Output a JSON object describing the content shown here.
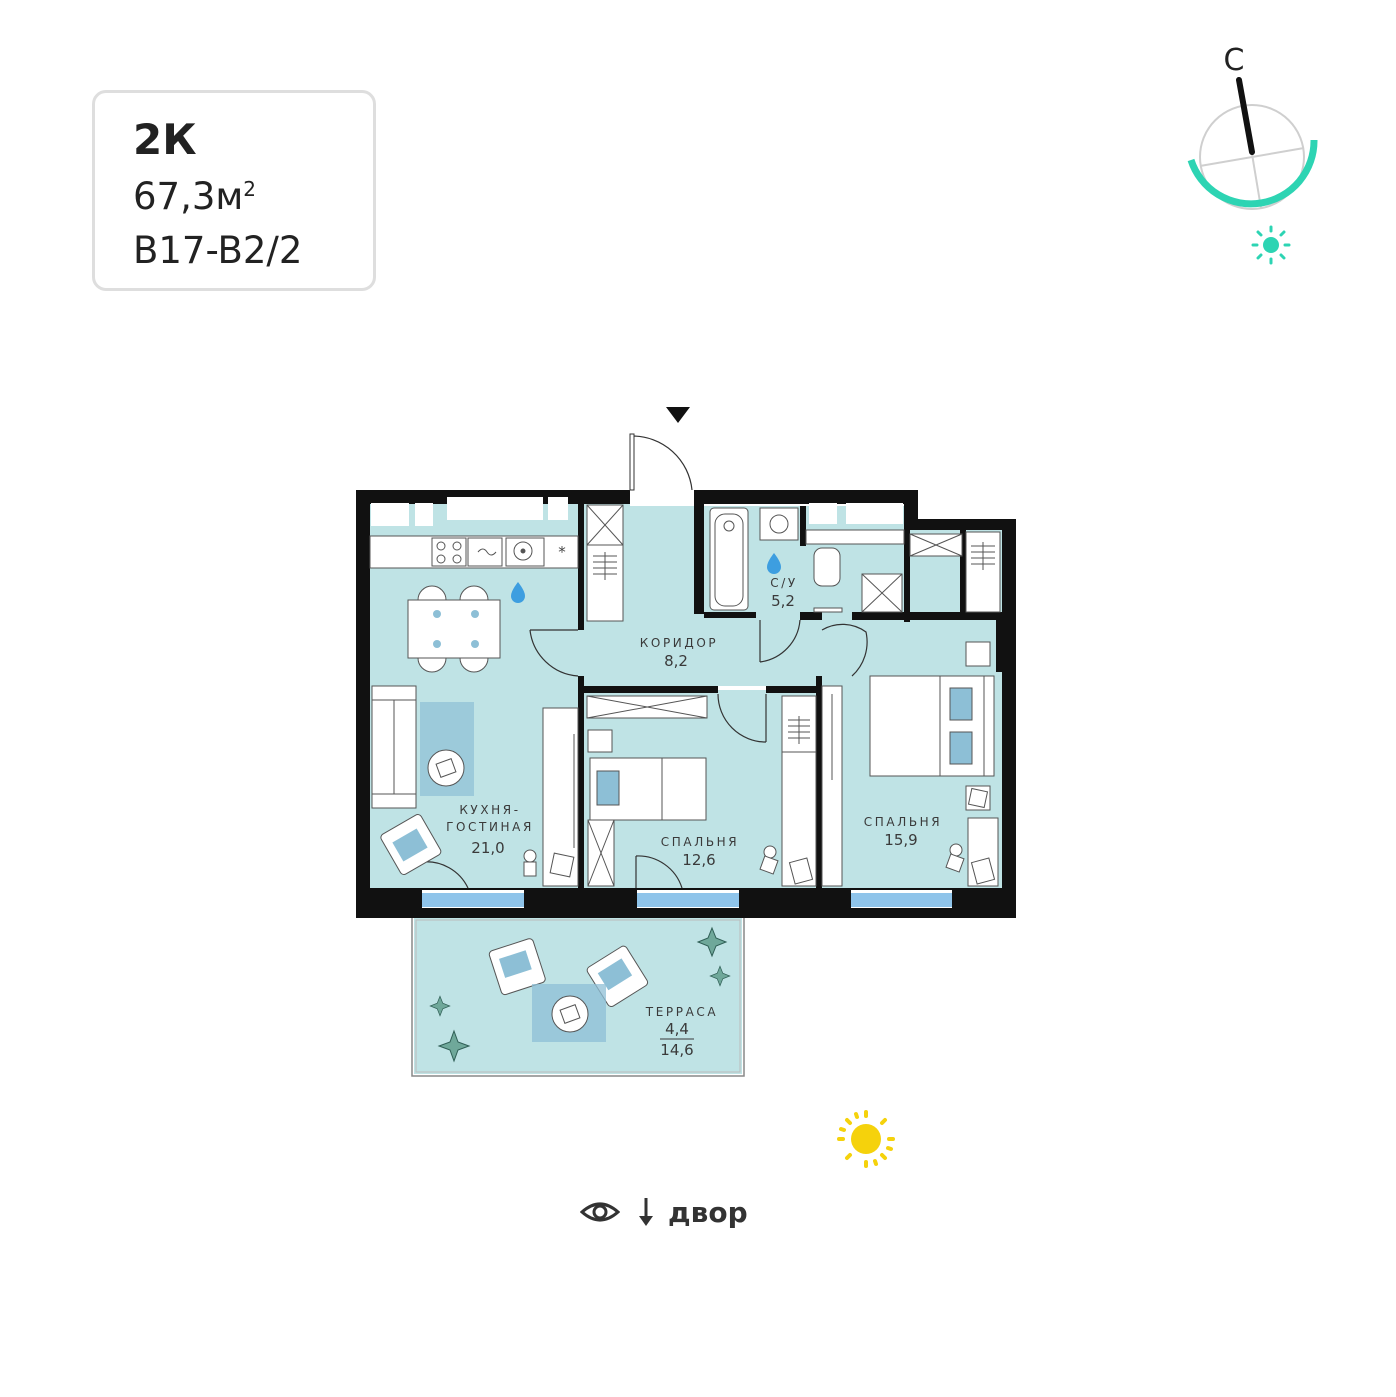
{
  "apartment": {
    "type": "2К",
    "area_value": "67,3м",
    "area_sup": "2",
    "code": "B17-B2/2"
  },
  "compass": {
    "north_label": "С",
    "accent": "#2dd4b3"
  },
  "rooms": [
    {
      "id": "kitchen",
      "name_lines": [
        "КУХНЯ-",
        "ГОСТИНАЯ"
      ],
      "area": "21,0"
    },
    {
      "id": "corridor",
      "name_lines": [
        "КОРИДОР"
      ],
      "area": "8,2"
    },
    {
      "id": "bathroom",
      "name_lines": [
        "С/У"
      ],
      "area": "5,2"
    },
    {
      "id": "bedroom1",
      "name_lines": [
        "СПАЛЬНЯ"
      ],
      "area": "12,6"
    },
    {
      "id": "bedroom2",
      "name_lines": [
        "СПАЛЬНЯ"
      ],
      "area": "15,9"
    },
    {
      "id": "terrace",
      "name_lines": [
        "ТЕРРАСА"
      ],
      "area": "4,4",
      "area_total": "14,6"
    }
  ],
  "view": {
    "icon": "eye-icon",
    "arrow": "arrow-down-icon",
    "label": "двор"
  },
  "colors": {
    "room_fill": "#bfe3e5",
    "wall": "#111111",
    "window": "#8fc4ea",
    "sun": "#f5d20c",
    "pillow": "#8dbfd6"
  }
}
